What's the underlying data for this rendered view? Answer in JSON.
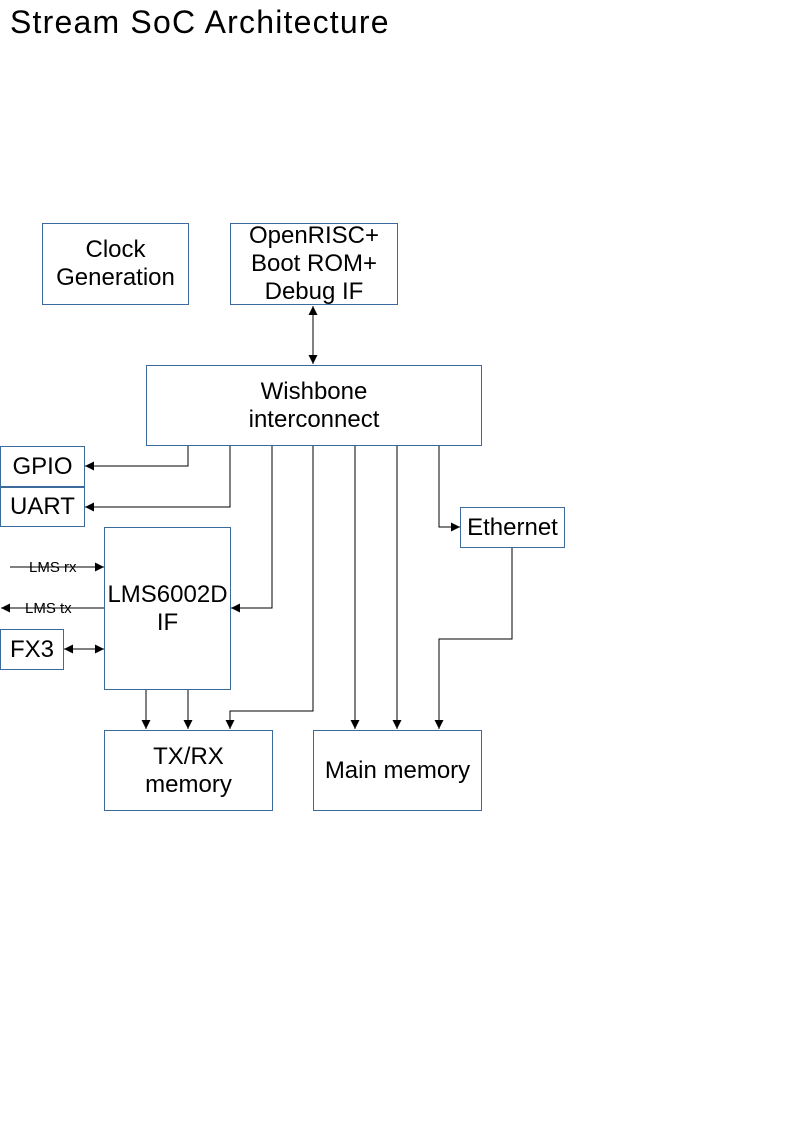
{
  "title": "Stream SoC Architecture",
  "blocks": {
    "clock": [
      "Clock",
      "Generation"
    ],
    "openrisc": [
      "OpenRISC+",
      "Boot ROM+",
      "Debug IF"
    ],
    "wishbone": [
      "Wishbone",
      "interconnect"
    ],
    "gpio": [
      "GPIO"
    ],
    "uart": [
      "UART"
    ],
    "ethernet": [
      "Ethernet"
    ],
    "lms": [
      "LMS6002D",
      "IF"
    ],
    "fx3": [
      "FX3"
    ],
    "txrx": [
      "TX/RX",
      "memory"
    ],
    "main": [
      "Main memory"
    ]
  },
  "signals": {
    "lms_rx": "LMS rx",
    "lms_tx": "LMS tx"
  },
  "colors": {
    "box_border": "#3c6a9c",
    "wire": "#000000"
  }
}
